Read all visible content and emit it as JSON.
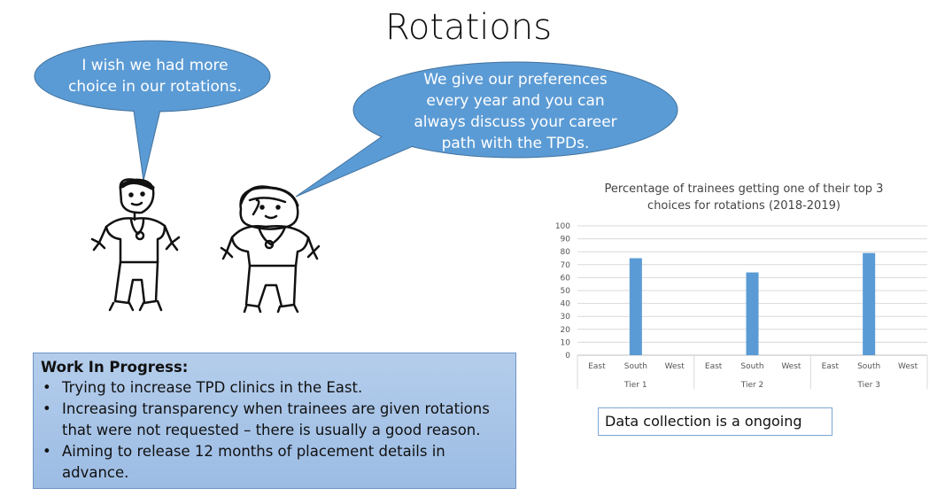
{
  "title": "Rotations",
  "bubble_left": {
    "line1": "I wish we had more",
    "line2": "choice in our rotations."
  },
  "bubble_right": {
    "line1": "We give our preferences",
    "line2": "every year and you can",
    "line3": "always discuss your career",
    "line4": "path with the TPDs."
  },
  "work_in_progress": {
    "title": "Work In Progress:",
    "items": [
      "Trying to increase TPD clinics in the East.",
      "Increasing transparency when trainees are given rotations",
      "that were not requested – there is usually a good reason.",
      "Aiming to release 12 months of placement details in advance."
    ]
  },
  "note": "Data collection is a ongoing",
  "colors": {
    "bubble": "#5b9bd5",
    "bar": "#5b9bd5"
  },
  "chart_data": {
    "type": "bar",
    "title_line1": "Percentage of trainees getting one of their top 3",
    "title_line2": "choices for rotations (2018-2019)",
    "ylim": [
      0,
      100
    ],
    "yticks": [
      "0",
      "10",
      "20",
      "30",
      "40",
      "50",
      "60",
      "70",
      "80",
      "90",
      "100"
    ],
    "groups": [
      "Tier 1",
      "Tier 2",
      "Tier 3"
    ],
    "categories": [
      "East",
      "South",
      "West",
      "East",
      "South",
      "West",
      "East",
      "South",
      "West"
    ],
    "values": [
      0,
      75,
      0,
      0,
      64,
      0,
      0,
      79,
      0
    ]
  }
}
